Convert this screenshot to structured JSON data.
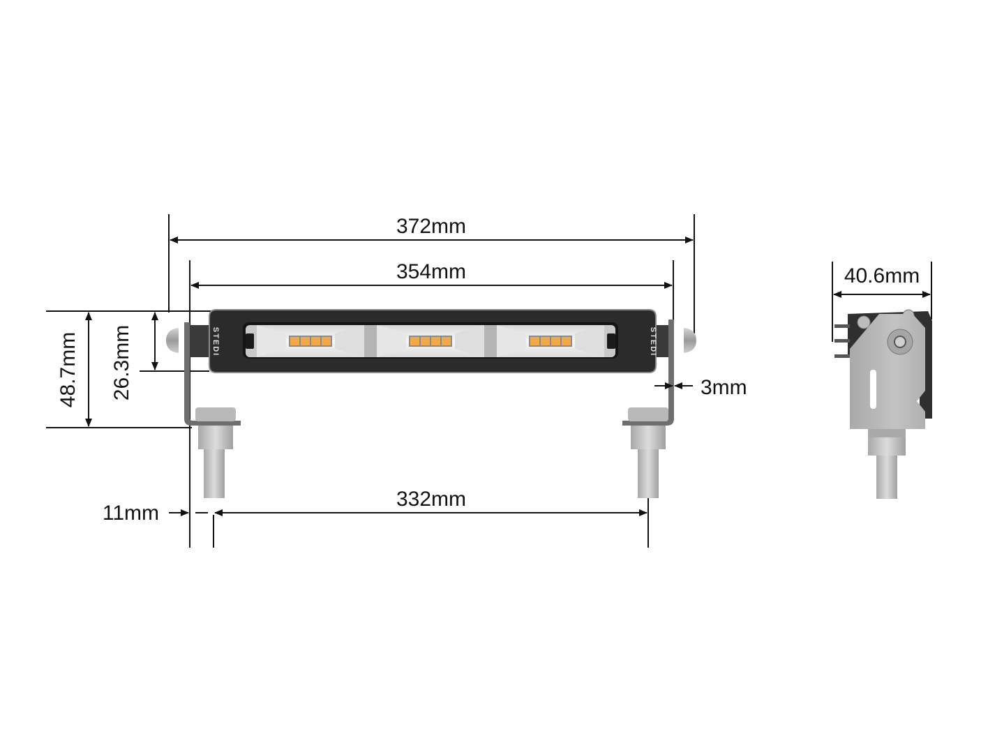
{
  "diagram": {
    "subject": "LED light bar dimension drawing",
    "brand_label": "STEDI",
    "colors": {
      "background": "#ffffff",
      "dimension_line": "#111111",
      "housing": "#2b2b2b",
      "housing_edge": "#8a8a8a",
      "lens": "#eeeeee",
      "led": "#f2a94a",
      "bracket": "#6e6e6e",
      "bolt": "#b8b8b8",
      "side_plate": "#b5b5b5"
    },
    "front_view": {
      "led_modules": 3,
      "leds_per_module": 4,
      "dimensions": {
        "overall_length": "372mm",
        "housing_length": "354mm",
        "bolt_spacing": "332mm",
        "bolt_offset": "11mm",
        "overall_height": "48.7mm",
        "housing_height": "26.3mm",
        "bracket_thickness": "3mm"
      }
    },
    "side_view": {
      "dimensions": {
        "depth": "40.6mm"
      }
    }
  }
}
